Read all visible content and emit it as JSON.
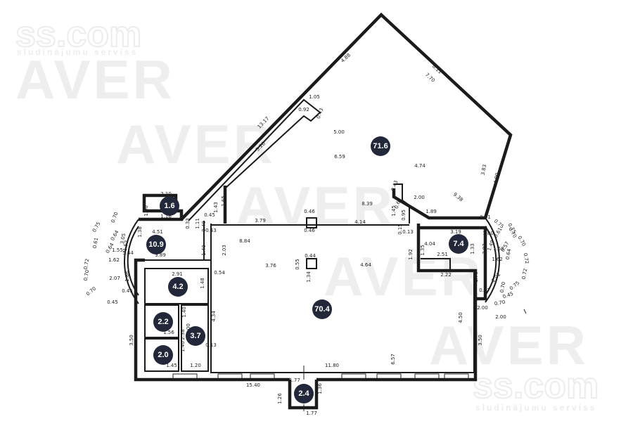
{
  "watermarks": {
    "site": "ss.com",
    "tagline": "sludinājumu serviss",
    "agency": "AVER"
  },
  "rooms": [
    {
      "id": "room-71-6",
      "area": "71.6"
    },
    {
      "id": "room-1-6",
      "area": "1.6"
    },
    {
      "id": "room-10-9",
      "area": "10.9"
    },
    {
      "id": "room-4-2",
      "area": "4.2"
    },
    {
      "id": "room-70-4",
      "area": "70.4"
    },
    {
      "id": "room-7-4",
      "area": "7.4"
    },
    {
      "id": "room-2-2",
      "area": "2.2"
    },
    {
      "id": "room-3-7",
      "area": "3.7"
    },
    {
      "id": "room-2-0",
      "area": "2.0"
    },
    {
      "id": "room-2-4",
      "area": "2.4"
    }
  ],
  "dimensions": [
    "4.88",
    "8.11",
    "7.70",
    "13.17",
    "5.20",
    "1.05",
    "0.92",
    "0.43",
    "5.00",
    "6.59",
    "4.74",
    "3.83",
    "4.00",
    "0.43",
    "0.67",
    "2.00",
    "9.38",
    "8.39",
    "1.89",
    "1.45",
    "0.95",
    "0.51",
    "0.75",
    "0.70",
    "2.10",
    "1.00",
    "1.16",
    "0.33",
    "4.51",
    "1.38",
    "1.11",
    "0.40",
    "0.45",
    "0.43",
    "1.43",
    "1.65",
    "3.79",
    "0.46",
    "0.46",
    "4.14",
    "0.15",
    "0.13",
    "3.19",
    "1.80",
    "0.61",
    "0.75",
    "0.70",
    "0.72",
    "0.70",
    "0.75",
    "0.61",
    "0.64",
    "0.64",
    "1.52",
    "3.05",
    "1.55",
    "5.44",
    "1.62",
    "1.40",
    "2.03",
    "8.84",
    "4.04",
    "1.33",
    "3.03",
    "1.49",
    "0.57",
    "1.58",
    "0.64",
    "1.62",
    "1.92",
    "2.51",
    "1.35",
    "3.89",
    "1.86",
    "2.07",
    "0.45",
    "0.70",
    "0.72",
    "0.70",
    "0.45",
    "3.76",
    "0.44",
    "0.55",
    "1.34",
    "4.64",
    "2.22",
    "0.54",
    "2.91",
    "1.48",
    "1.70",
    "0.47",
    "2.02",
    "0.70",
    "0.75",
    "0.45",
    "0.70",
    "0.72",
    "2.00",
    "1.40",
    "4.34",
    "1.56",
    "1.00",
    "2.38",
    "4.50",
    "2.00",
    "3.50",
    "1.40",
    "0.13",
    "1.45",
    "1.20",
    "11.80",
    "6.57",
    "3.50",
    "15.40",
    "1.77",
    "1.36",
    "1.26",
    "1.77"
  ]
}
